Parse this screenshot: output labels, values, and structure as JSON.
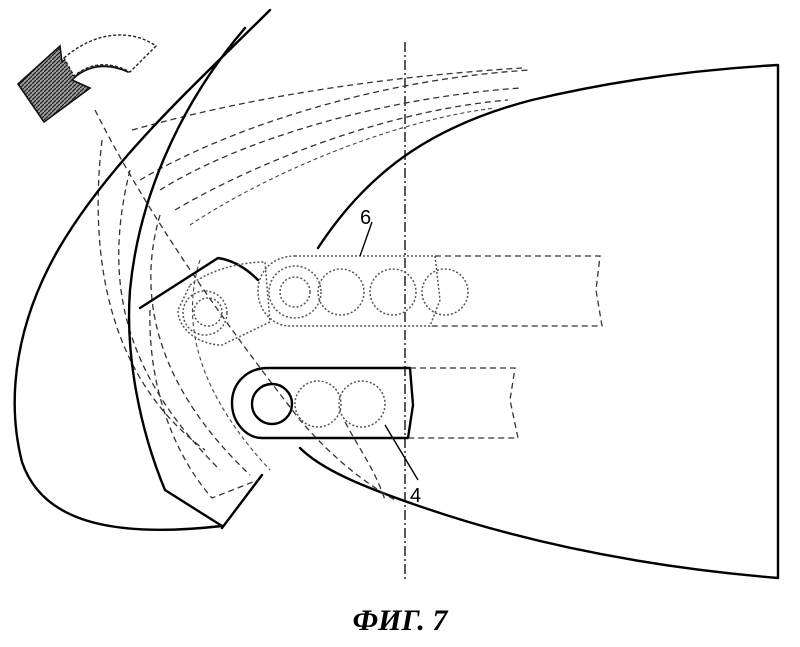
{
  "figure": {
    "caption": "ФИГ. 7",
    "reference_numerals": {
      "upper_link": "6",
      "lower_link": "4"
    },
    "colors": {
      "line": "#000000",
      "background": "#ffffff",
      "arrow_fill": "#555555"
    },
    "icons": [
      "curved-rotation-arrow-icon"
    ]
  }
}
